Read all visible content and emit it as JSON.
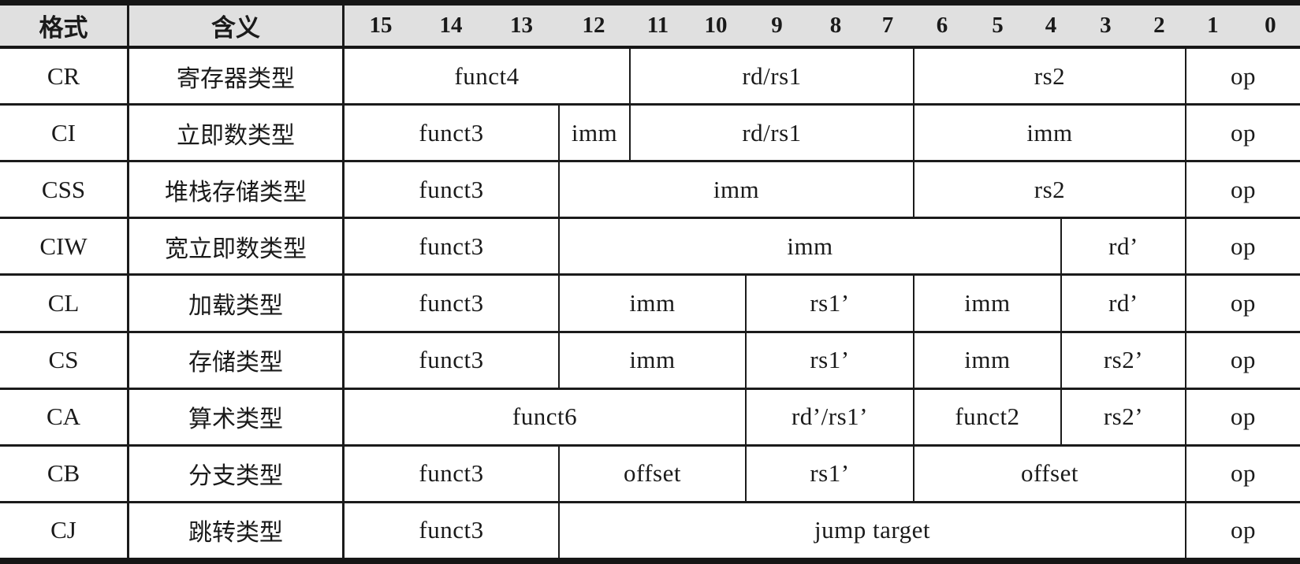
{
  "table": {
    "header": {
      "format_label": "格式",
      "meaning_label": "含义",
      "bit_labels": [
        "15",
        "14",
        "13",
        "12",
        "11",
        "10",
        "9",
        "8",
        "7",
        "6",
        "5",
        "4",
        "3",
        "2",
        "1",
        "0"
      ]
    },
    "rows": [
      {
        "format": "CR",
        "meaning": "寄存器类型",
        "fields": [
          {
            "label": "funct4",
            "bits": "15:12"
          },
          {
            "label": "rd/rs1",
            "bits": "11:7"
          },
          {
            "label": "rs2",
            "bits": "6:2"
          },
          {
            "label": "op",
            "bits": "1:0"
          }
        ]
      },
      {
        "format": "CI",
        "meaning": "立即数类型",
        "fields": [
          {
            "label": "funct3",
            "bits": "15:13"
          },
          {
            "label": "imm",
            "bits": "12:12"
          },
          {
            "label": "rd/rs1",
            "bits": "11:7"
          },
          {
            "label": "imm",
            "bits": "6:2"
          },
          {
            "label": "op",
            "bits": "1:0"
          }
        ]
      },
      {
        "format": "CSS",
        "meaning": "堆栈存储类型",
        "fields": [
          {
            "label": "funct3",
            "bits": "15:13"
          },
          {
            "label": "imm",
            "bits": "12:7"
          },
          {
            "label": "rs2",
            "bits": "6:2"
          },
          {
            "label": "op",
            "bits": "1:0"
          }
        ]
      },
      {
        "format": "CIW",
        "meaning": "宽立即数类型",
        "fields": [
          {
            "label": "funct3",
            "bits": "15:13"
          },
          {
            "label": "imm",
            "bits": "12:5"
          },
          {
            "label": "rd’",
            "bits": "4:2"
          },
          {
            "label": "op",
            "bits": "1:0"
          }
        ]
      },
      {
        "format": "CL",
        "meaning": "加载类型",
        "fields": [
          {
            "label": "funct3",
            "bits": "15:13"
          },
          {
            "label": "imm",
            "bits": "12:10"
          },
          {
            "label": "rs1’",
            "bits": "9:7"
          },
          {
            "label": "imm",
            "bits": "6:5"
          },
          {
            "label": "rd’",
            "bits": "4:2"
          },
          {
            "label": "op",
            "bits": "1:0"
          }
        ]
      },
      {
        "format": "CS",
        "meaning": "存储类型",
        "fields": [
          {
            "label": "funct3",
            "bits": "15:13"
          },
          {
            "label": "imm",
            "bits": "12:10"
          },
          {
            "label": "rs1’",
            "bits": "9:7"
          },
          {
            "label": "imm",
            "bits": "6:5"
          },
          {
            "label": "rs2’",
            "bits": "4:2"
          },
          {
            "label": "op",
            "bits": "1:0"
          }
        ]
      },
      {
        "format": "CA",
        "meaning": "算术类型",
        "fields": [
          {
            "label": "funct6",
            "bits": "15:10"
          },
          {
            "label": "rd’/rs1’",
            "bits": "9:7"
          },
          {
            "label": "funct2",
            "bits": "6:5"
          },
          {
            "label": "rs2’",
            "bits": "4:2"
          },
          {
            "label": "op",
            "bits": "1:0"
          }
        ]
      },
      {
        "format": "CB",
        "meaning": "分支类型",
        "fields": [
          {
            "label": "funct3",
            "bits": "15:13"
          },
          {
            "label": "offset",
            "bits": "12:10"
          },
          {
            "label": "rs1’",
            "bits": "9:7"
          },
          {
            "label": "offset",
            "bits": "6:2"
          },
          {
            "label": "op",
            "bits": "1:0"
          }
        ]
      },
      {
        "format": "CJ",
        "meaning": "跳转类型",
        "fields": [
          {
            "label": "funct3",
            "bits": "15:13"
          },
          {
            "label": "jump target",
            "bits": "12:2"
          },
          {
            "label": "op",
            "bits": "1:0"
          }
        ]
      }
    ],
    "colors": {
      "header_bg": "#e0e0e0",
      "line": "#1b1b1b",
      "text": "#1a1a1a",
      "row_bg": "#ffffff"
    }
  }
}
